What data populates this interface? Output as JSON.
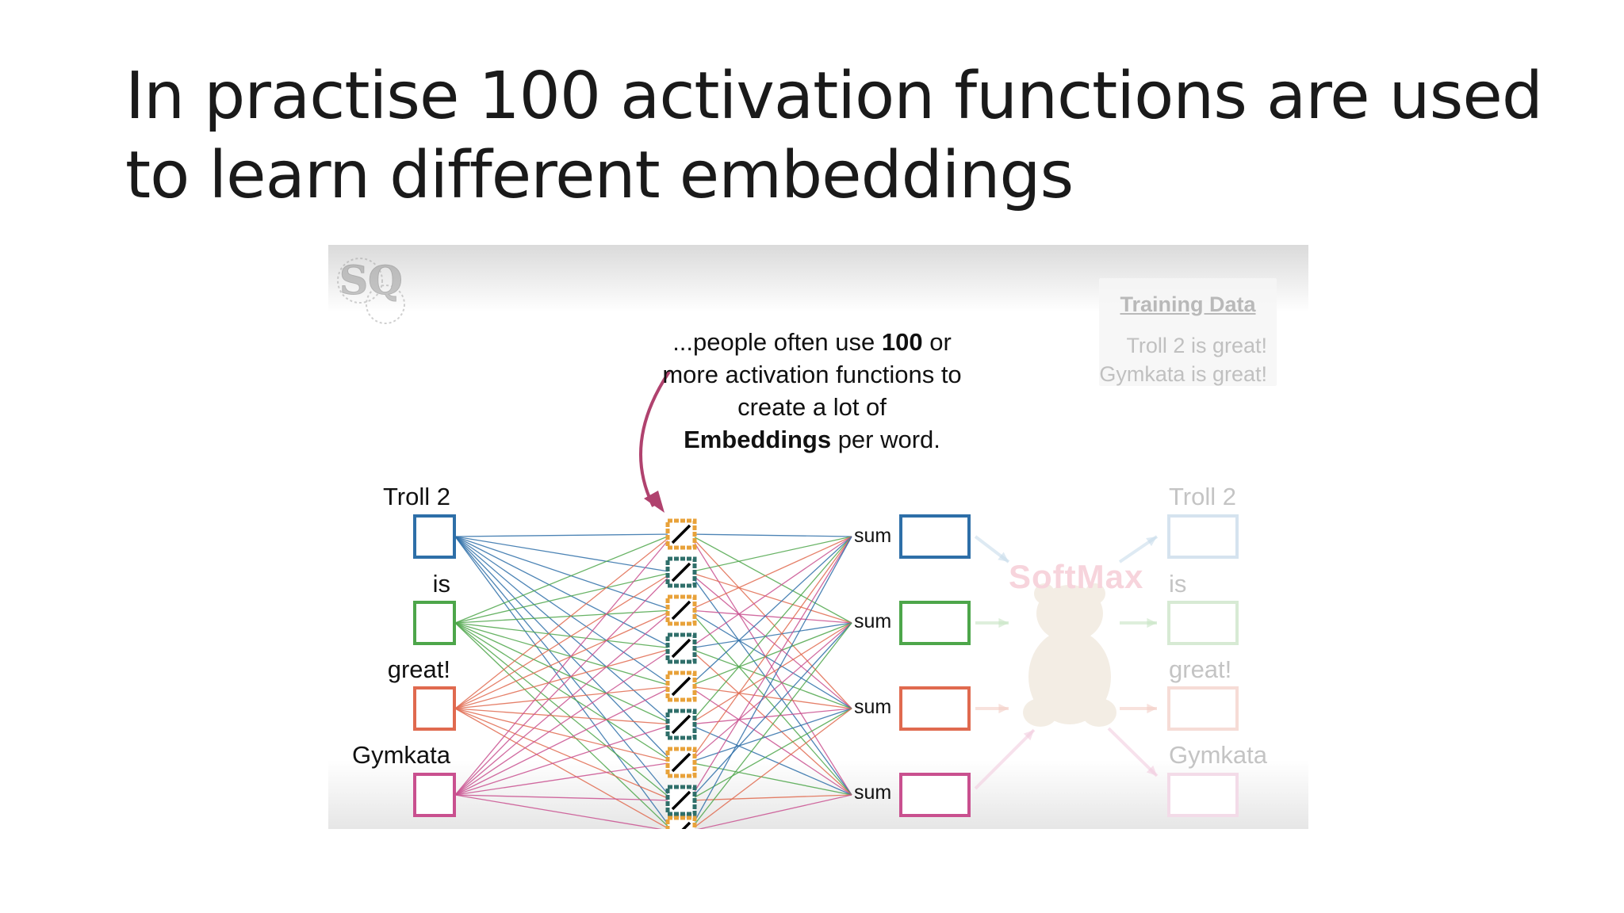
{
  "slide": {
    "title_lines": [
      "In practise 100 activation functions are used",
      "to learn different embeddings"
    ]
  },
  "logo": {
    "text": "SQ"
  },
  "callout": {
    "part1": "...people often use ",
    "bold1": "100",
    "part2": " or more activation functions to create a lot of ",
    "bold2": "Embeddings",
    "part3": " per word."
  },
  "training_data": {
    "title": "Training Data",
    "line1": "Troll 2 is great!",
    "line2": "Gymkata is great!"
  },
  "inputs": [
    {
      "label": "Troll 2",
      "color": "#2e6fa8"
    },
    {
      "label": "is",
      "color": "#4da64a"
    },
    {
      "label": "great!",
      "color": "#e06a4f"
    },
    {
      "label": "Gymkata",
      "color": "#c9508f"
    }
  ],
  "sums": [
    "sum",
    "sum",
    "sum",
    "sum"
  ],
  "softmax": {
    "label": "SoftMax"
  },
  "outputs": [
    "Troll 2",
    "is",
    "great!",
    "Gymkata"
  ],
  "colors": {
    "activation_orange": "#e8a23a",
    "activation_teal": "#2f6f6a",
    "arrow": "#b0426e",
    "faded_arrow": "#c8dceb"
  }
}
